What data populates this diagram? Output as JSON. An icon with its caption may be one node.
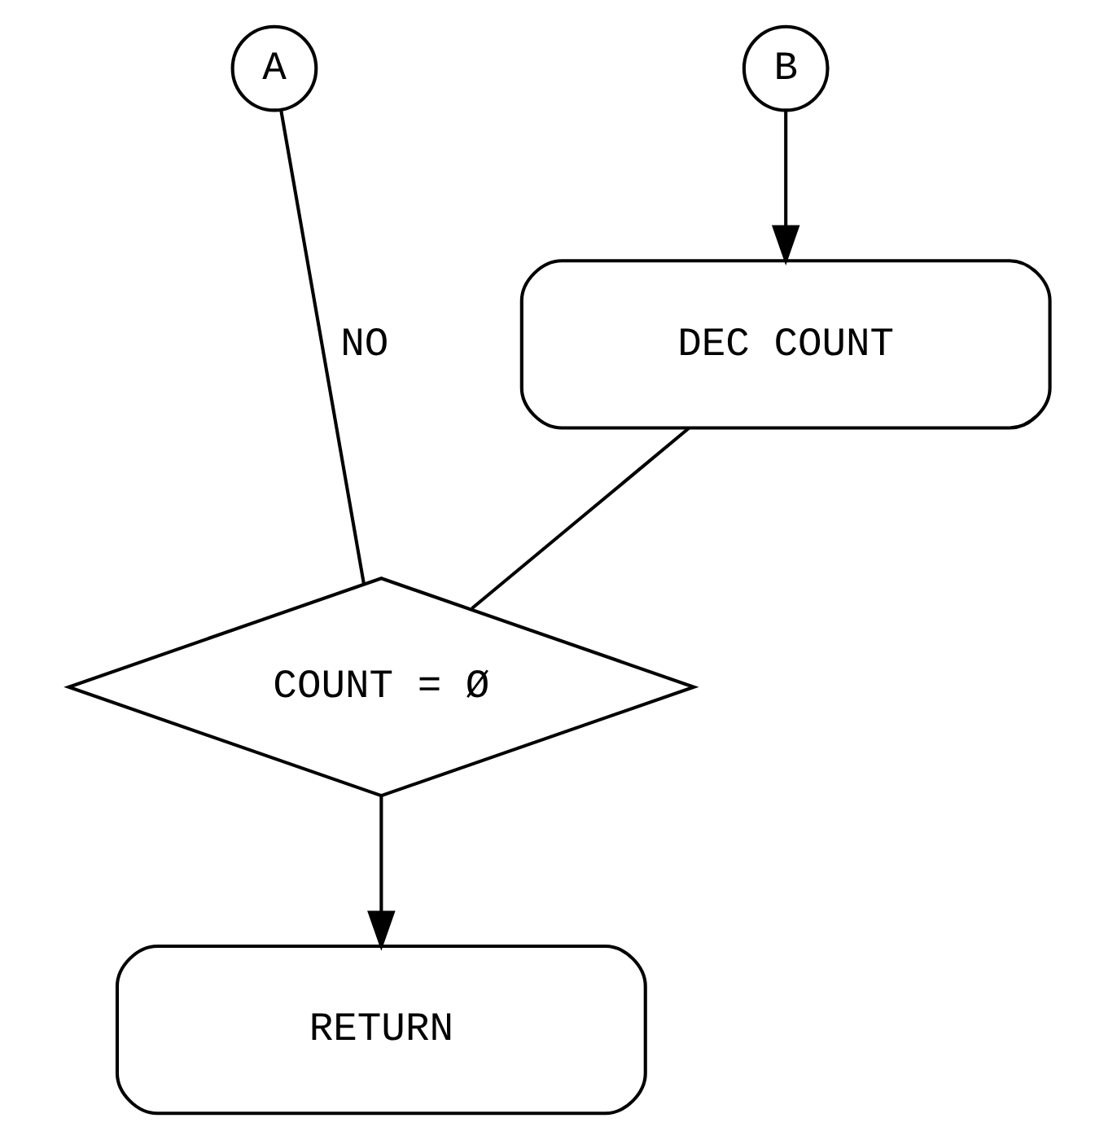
{
  "diagram": {
    "nodes": [
      {
        "text": [
          "A"
        ]
      },
      {
        "text": [
          "B"
        ]
      },
      {
        "text": [
          "DEC COUNT"
        ]
      },
      {
        "text": [
          "COUNT = Ø"
        ]
      },
      {
        "text": [
          "RETURN"
        ]
      }
    ],
    "edges": [
      {
        "from": 1,
        "to": 2,
        "arrow": "to"
      },
      {
        "from": 2,
        "to": 3,
        "arrow": "none"
      },
      {
        "from": 3,
        "to": 0,
        "arrow": "none",
        "label": "NO"
      },
      {
        "from": 3,
        "to": 4,
        "arrow": "to"
      }
    ]
  }
}
